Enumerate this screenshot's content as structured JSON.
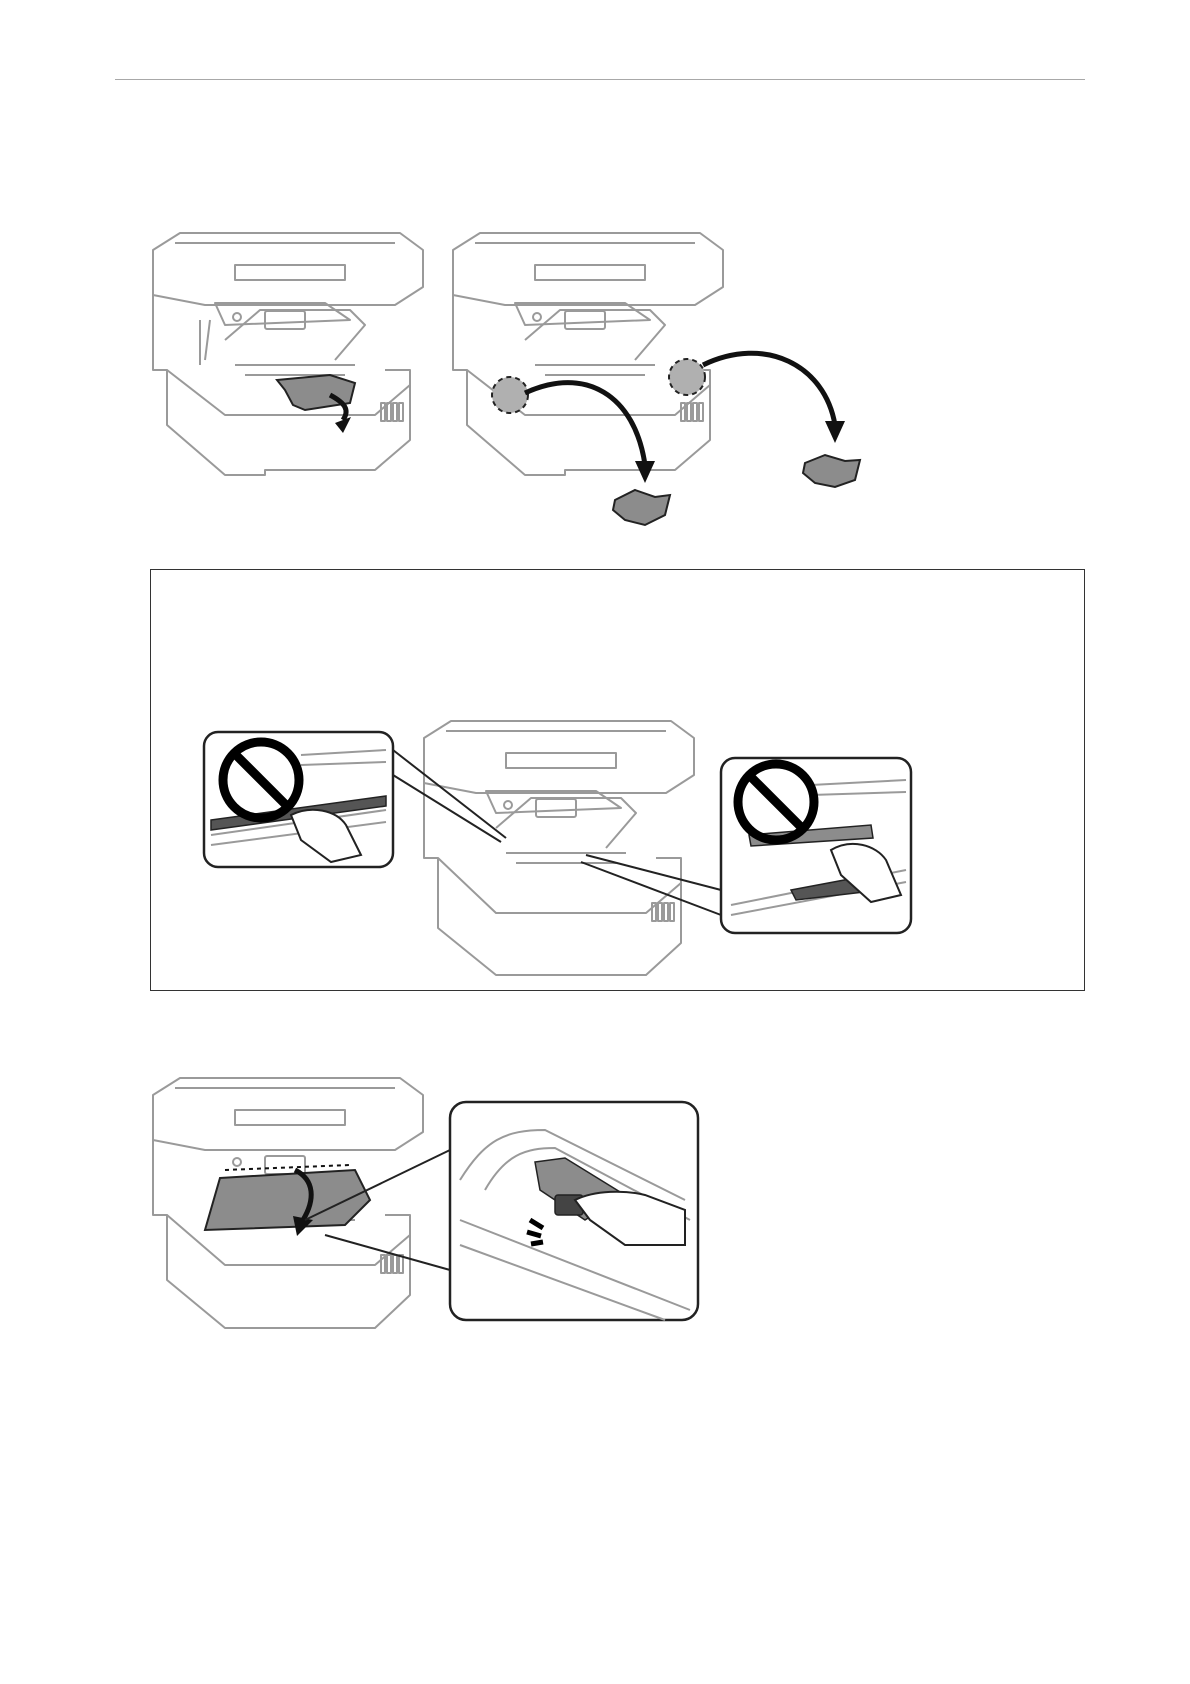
{
  "document": {
    "type": "printer manual page",
    "figures": [
      {
        "id": "remove-jammed-paper",
        "icon": "printer-open-paper-jam-illustration"
      },
      {
        "id": "do-not-touch-parts",
        "icon": "printer-prohibited-touch-illustration"
      },
      {
        "id": "close-scanner-unit",
        "icon": "printer-close-scanner-illustration"
      }
    ]
  },
  "colors": {
    "line": "#222222",
    "light-line": "#9a9a9a",
    "paper": "#8c8c8c",
    "accent": "#000000"
  }
}
